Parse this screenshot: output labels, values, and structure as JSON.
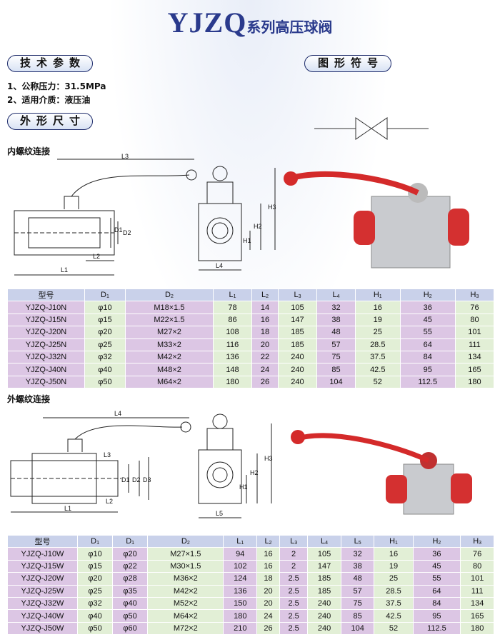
{
  "title": {
    "brand": "YJZQ",
    "series": "系列高压球阀"
  },
  "sections": {
    "tech": "技术参数",
    "symbol": "图形符号",
    "dims": "外形尺寸"
  },
  "specs": [
    "1、公称压力：31.5MPa",
    "2、适用介质：液压油"
  ],
  "internal": {
    "heading": "内螺纹连接",
    "drawing_labels": {
      "L1": "L1",
      "L2": "L2",
      "L3": "L3",
      "L4": "L4",
      "D1": "D1",
      "D2": "D2",
      "H1": "H1",
      "H2": "H2",
      "H3": "H3"
    },
    "headers": [
      "型号",
      "D1",
      "D2",
      "L1",
      "L2",
      "L3",
      "L4",
      "H1",
      "H2",
      "H3"
    ],
    "rows": [
      [
        "YJZQ-J10N",
        "φ10",
        "M18×1.5",
        "78",
        "14",
        "105",
        "32",
        "16",
        "36",
        "76"
      ],
      [
        "YJZQ-J15N",
        "φ15",
        "M22×1.5",
        "86",
        "16",
        "147",
        "38",
        "19",
        "45",
        "80"
      ],
      [
        "YJZQ-J20N",
        "φ20",
        "M27×2",
        "108",
        "18",
        "185",
        "48",
        "25",
        "55",
        "101"
      ],
      [
        "YJZQ-J25N",
        "φ25",
        "M33×2",
        "116",
        "20",
        "185",
        "57",
        "28.5",
        "64",
        "111"
      ],
      [
        "YJZQ-J32N",
        "φ32",
        "M42×2",
        "136",
        "22",
        "240",
        "75",
        "37.5",
        "84",
        "134"
      ],
      [
        "YJZQ-J40N",
        "φ40",
        "M48×2",
        "148",
        "24",
        "240",
        "85",
        "42.5",
        "95",
        "165"
      ],
      [
        "YJZQ-J50N",
        "φ50",
        "M64×2",
        "180",
        "26",
        "240",
        "104",
        "52",
        "112.5",
        "180"
      ]
    ]
  },
  "external": {
    "heading": "外螺纹连接",
    "drawing_labels": {
      "L1": "L1",
      "L2": "L2",
      "L3": "L3",
      "L4": "L4",
      "L5": "L5",
      "D1": "D1",
      "D2": "D2",
      "D3": "D3",
      "H1": "H1",
      "H2": "H2",
      "H3": "H3"
    },
    "headers": [
      "型号",
      "D1",
      "D1",
      "D2",
      "L1",
      "L2",
      "L3",
      "L4",
      "L5",
      "H1",
      "H2",
      "H3"
    ],
    "rows": [
      [
        "YJZQ-J10W",
        "φ10",
        "φ20",
        "M27×1.5",
        "94",
        "16",
        "2",
        "105",
        "32",
        "16",
        "36",
        "76"
      ],
      [
        "YJZQ-J15W",
        "φ15",
        "φ22",
        "M30×1.5",
        "102",
        "16",
        "2",
        "147",
        "38",
        "19",
        "45",
        "80"
      ],
      [
        "YJZQ-J20W",
        "φ20",
        "φ28",
        "M36×2",
        "124",
        "18",
        "2.5",
        "185",
        "48",
        "25",
        "55",
        "101"
      ],
      [
        "YJZQ-J25W",
        "φ25",
        "φ35",
        "M42×2",
        "136",
        "20",
        "2.5",
        "185",
        "57",
        "28.5",
        "64",
        "111"
      ],
      [
        "YJZQ-J32W",
        "φ32",
        "φ40",
        "M52×2",
        "150",
        "20",
        "2.5",
        "240",
        "75",
        "37.5",
        "84",
        "134"
      ],
      [
        "YJZQ-J40W",
        "φ40",
        "φ50",
        "M64×2",
        "180",
        "24",
        "2.5",
        "240",
        "85",
        "42.5",
        "95",
        "165"
      ],
      [
        "YJZQ-J50W",
        "φ50",
        "φ60",
        "M72×2",
        "210",
        "26",
        "2.5",
        "240",
        "104",
        "52",
        "112.5",
        "180"
      ]
    ]
  },
  "colors": {
    "title": "#2a3a8c",
    "handle": "#d42a2a",
    "header": "#c9d1ea",
    "col_purple": "#dcc6e4",
    "col_green": "#e2efd6"
  }
}
